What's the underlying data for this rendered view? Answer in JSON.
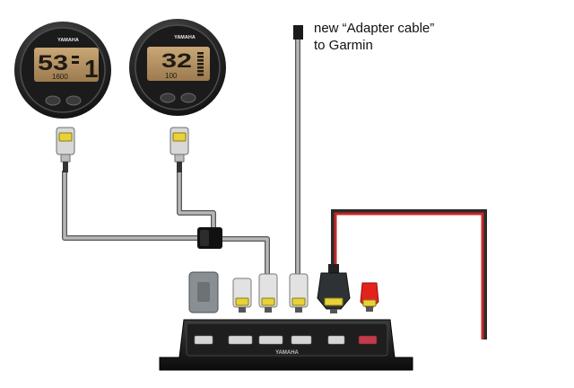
{
  "annotation": {
    "line1": "new “Adapter cable”",
    "line2": "to Garmin"
  },
  "gauges": [
    {
      "brand": "YAMAHA",
      "main_reading": "53",
      "sub_reading": "1600",
      "side_digit": "1"
    },
    {
      "brand": "YAMAHA",
      "main_reading": "32",
      "sub_reading": "100"
    }
  ],
  "hub": {
    "brand": "YAMAHA"
  },
  "colors": {
    "cable_gray": "#8a8a8a",
    "cable_dark": "#1a1a1a",
    "power_red": "#c62828",
    "connector_cap_yellow": "#e8d23a",
    "terminator_red": "#e3231b"
  }
}
